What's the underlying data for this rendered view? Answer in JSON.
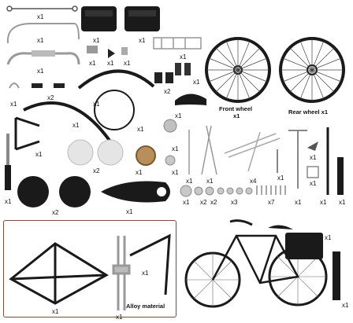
{
  "quantity_labels": {
    "kickstand": "x1",
    "saddle_bags_left": "x1",
    "saddle_bags_right": "x1",
    "brake_rod": "x1",
    "handlebar": "x1",
    "bracket_small": "x1",
    "triangle_piece": "x1",
    "bolt_small": "x1",
    "rear_rack": "x1",
    "clip": "x1",
    "grips": "x2",
    "fender_front": "x1",
    "fender_rear": "x1",
    "chain_ring_loop": "x1",
    "pedal_set": "x2",
    "saddle": "x1",
    "seat_post_bracket": "x1",
    "fork_bracket": "x1",
    "screwdriver": "x1",
    "disc_white": "x2",
    "gear": "x1",
    "nut_single": "x1",
    "front_wheel_qty": "x1",
    "rear_wheel_qty": "x1",
    "spoke_rod": "x1",
    "pegs": "x1",
    "rack_rods": "x4",
    "small_bolt": "x1",
    "screw_t": "x1",
    "nuts_a": "x1",
    "nuts_b": "x2",
    "nuts_c": "x3",
    "nuts_d": "x2",
    "screws_row": "x7",
    "tall_rod": "x1",
    "stand_rod": "x1",
    "chain_guard": "x1",
    "discs_black": "x2",
    "frame": "x1",
    "fork": "x1",
    "frame_small": "x1",
    "bike_small_bag": "x1",
    "pump": "x1",
    "rod_thin": "x1",
    "bracket_hook": "x1",
    "shift_lever": "x1",
    "left_bottom": "x1"
  },
  "captions": {
    "front_wheel": "Front wheel",
    "front_wheel_qty": "x1",
    "rear_wheel": "Rear wheel x1",
    "alloy": "Alloy material"
  },
  "colors": {
    "part_black": "#1a1a1a",
    "metal": "#b8b8b8",
    "box_border": "#7a4b3a"
  }
}
